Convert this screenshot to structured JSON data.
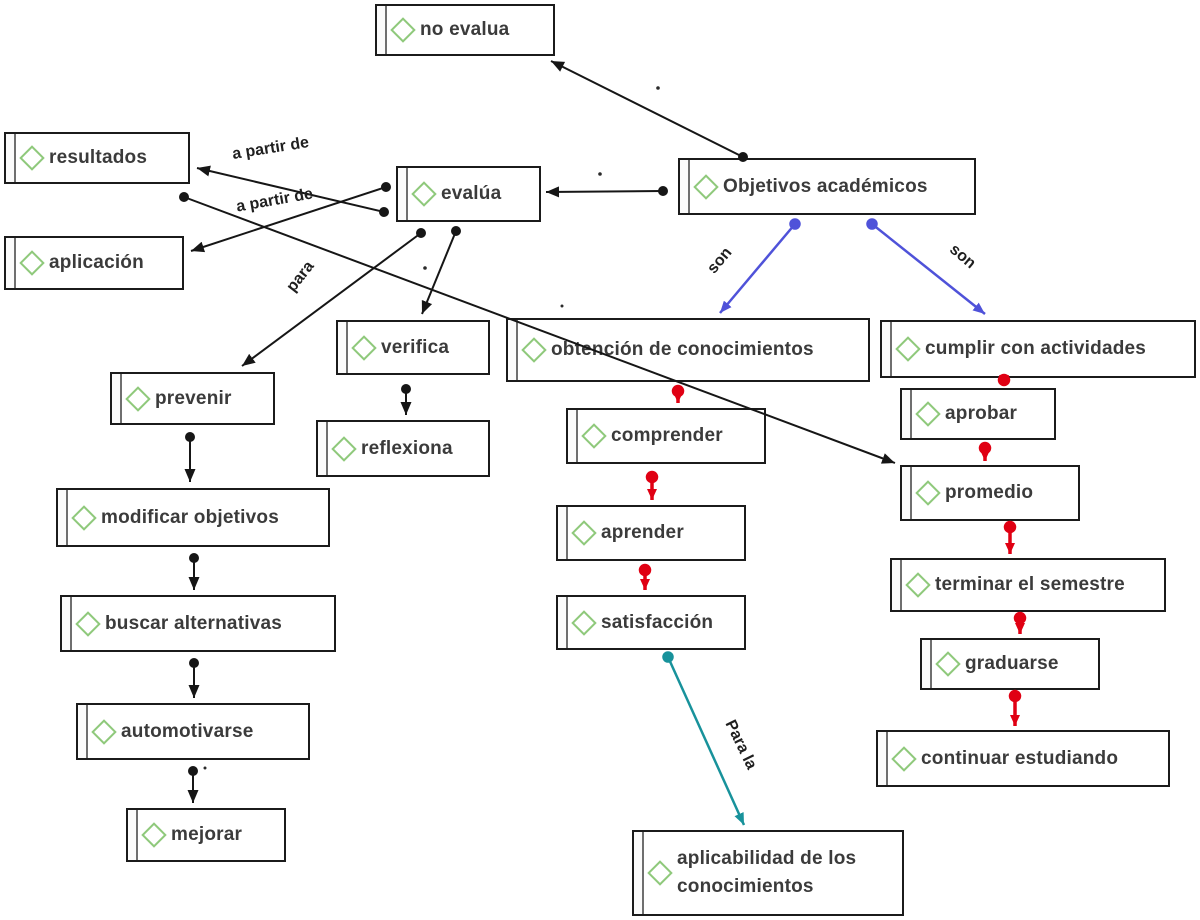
{
  "diagram": {
    "title": "Concept map about academic objectives and evaluation",
    "colors": {
      "node_border": "#1b1b1b",
      "diamond_outline": "#8fc97b",
      "edge_black": "#161616",
      "edge_red": "#e00013",
      "edge_blue": "#4f52d9",
      "edge_teal": "#18929b",
      "text": "#3b3b3b"
    },
    "nodes": [
      {
        "id": "no-evalua",
        "label": "no evalua"
      },
      {
        "id": "resultados",
        "label": "resultados"
      },
      {
        "id": "evalua",
        "label": "evalúa"
      },
      {
        "id": "objetivos-academicos",
        "label": "Objetivos académicos"
      },
      {
        "id": "aplicacion",
        "label": "aplicación"
      },
      {
        "id": "verifica",
        "label": "verifica"
      },
      {
        "id": "obtencion-de-conocimientos",
        "label": "obtención de conocimientos"
      },
      {
        "id": "cumplir-con-actividades",
        "label": "cumplir con actividades"
      },
      {
        "id": "prevenir",
        "label": "prevenir"
      },
      {
        "id": "aprobar",
        "label": "aprobar"
      },
      {
        "id": "reflexiona",
        "label": "reflexiona"
      },
      {
        "id": "comprender",
        "label": "comprender"
      },
      {
        "id": "promedio",
        "label": "promedio"
      },
      {
        "id": "modificar-objetivos",
        "label": "modificar objetivos"
      },
      {
        "id": "aprender",
        "label": "aprender"
      },
      {
        "id": "terminar-el-semestre",
        "label": "terminar el semestre"
      },
      {
        "id": "buscar-alternativas",
        "label": "buscar alternativas"
      },
      {
        "id": "satisfaccion",
        "label": "satisfacción"
      },
      {
        "id": "graduarse",
        "label": "graduarse"
      },
      {
        "id": "automotivarse",
        "label": "automotivarse"
      },
      {
        "id": "continuar-estudiando",
        "label": "continuar estudiando"
      },
      {
        "id": "mejorar",
        "label": "mejorar"
      },
      {
        "id": "aplicabilidad",
        "label": "aplicabilidad de los conocimientos"
      }
    ],
    "edge_labels": [
      {
        "id": "a-partir-de-1",
        "text": "a partir de"
      },
      {
        "id": "a-partir-de-2",
        "text": "a partir de"
      },
      {
        "id": "para",
        "text": "para"
      },
      {
        "id": "son-left",
        "text": "son"
      },
      {
        "id": "son-right",
        "text": "son"
      },
      {
        "id": "para-la",
        "text": "Para la"
      }
    ],
    "edges": [
      {
        "from": "objetivos-academicos",
        "to": "no-evalua",
        "color": "black",
        "label": ""
      },
      {
        "from": "objetivos-academicos",
        "to": "evalua",
        "color": "black",
        "label": ""
      },
      {
        "from": "evalua",
        "to": "aplicacion",
        "color": "black",
        "label": "a partir de"
      },
      {
        "from": "evalua",
        "to": "resultados",
        "color": "black",
        "label": "a partir de"
      },
      {
        "from": "resultados",
        "to": "promedio",
        "color": "black",
        "label": ""
      },
      {
        "from": "evalua",
        "to": "prevenir",
        "color": "black",
        "label": "para"
      },
      {
        "from": "evalua",
        "to": "verifica",
        "color": "black",
        "label": ""
      },
      {
        "from": "verifica",
        "to": "reflexiona",
        "color": "black",
        "label": ""
      },
      {
        "from": "prevenir",
        "to": "modificar-objetivos",
        "color": "black",
        "label": ""
      },
      {
        "from": "modificar-objetivos",
        "to": "buscar-alternativas",
        "color": "black",
        "label": ""
      },
      {
        "from": "buscar-alternativas",
        "to": "automotivarse",
        "color": "black",
        "label": ""
      },
      {
        "from": "automotivarse",
        "to": "mejorar",
        "color": "black",
        "label": ""
      },
      {
        "from": "objetivos-academicos",
        "to": "obtencion-de-conocimientos",
        "color": "blue",
        "label": "son"
      },
      {
        "from": "objetivos-academicos",
        "to": "cumplir-con-actividades",
        "color": "blue",
        "label": "son"
      },
      {
        "from": "obtencion-de-conocimientos",
        "to": "comprender",
        "color": "red",
        "label": ""
      },
      {
        "from": "comprender",
        "to": "aprender",
        "color": "red",
        "label": ""
      },
      {
        "from": "aprender",
        "to": "satisfaccion",
        "color": "red",
        "label": ""
      },
      {
        "from": "cumplir-con-actividades",
        "to": "aprobar",
        "color": "red",
        "label": ""
      },
      {
        "from": "aprobar",
        "to": "promedio",
        "color": "red",
        "label": ""
      },
      {
        "from": "promedio",
        "to": "terminar-el-semestre",
        "color": "red",
        "label": ""
      },
      {
        "from": "terminar-el-semestre",
        "to": "graduarse",
        "color": "red",
        "label": ""
      },
      {
        "from": "graduarse",
        "to": "continuar-estudiando",
        "color": "red",
        "label": ""
      },
      {
        "from": "satisfaccion",
        "to": "aplicabilidad",
        "color": "teal",
        "label": "Para la"
      }
    ]
  }
}
